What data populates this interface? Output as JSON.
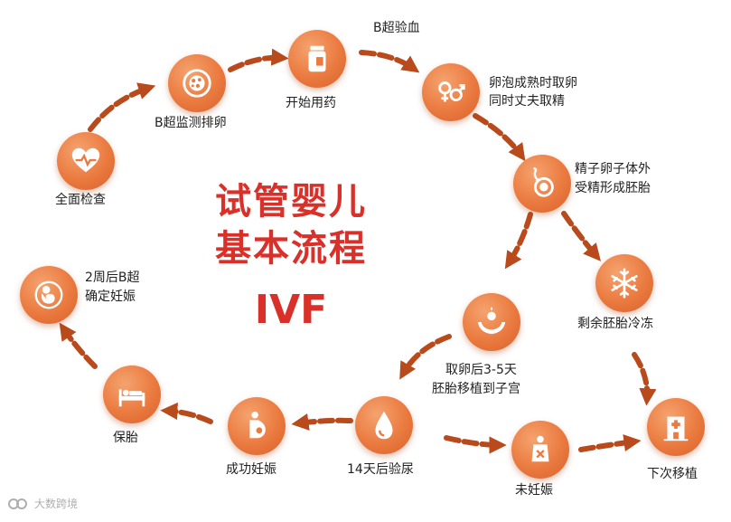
{
  "title": {
    "line1": "试管婴儿",
    "line2": "基本流程",
    "line3": "IVF"
  },
  "steps": {
    "full_check": {
      "label": "全面检查",
      "icon": "heart-pulse-icon"
    },
    "b_ultrasound_ovulation": {
      "label": "B超监测排卵",
      "icon": "ultrasound-icon"
    },
    "start_medication": {
      "label": "开始用药",
      "icon": "medicine-bottle-icon"
    },
    "b_ultrasound_blood": {
      "label": "B超验血"
    },
    "egg_retrieval": {
      "label_line1": "卵泡成熟时取卵",
      "label_line2": "同时丈夫取精",
      "icon": "gender-symbols-icon"
    },
    "fertilization": {
      "label_line1": "精子卵子体外",
      "label_line2": "受精形成胚胎",
      "icon": "sperm-egg-icon"
    },
    "freeze_embryo": {
      "label": "剩余胚胎冷冻",
      "icon": "snowflake-icon"
    },
    "transfer": {
      "label_line1": "取卵后3-5天",
      "label_line2": "胚胎移植到子宫",
      "icon": "hands-transfer-icon"
    },
    "next_transfer": {
      "label": "下次移植",
      "icon": "hospital-icon"
    },
    "test_14days": {
      "label": "14天后验尿",
      "icon": "drop-icon"
    },
    "not_pregnant": {
      "label": "未妊娠",
      "icon": "not-pregnant-icon"
    },
    "pregnant": {
      "label": "成功妊娠",
      "icon": "pregnant-icon"
    },
    "protect": {
      "label": "保胎",
      "icon": "bed-rest-icon"
    },
    "confirm": {
      "label_line1": "2周后B超",
      "label_line2": "确定妊娠",
      "icon": "fetus-icon"
    }
  },
  "watermark": {
    "text": "大数跨境"
  },
  "colors": {
    "accent": "#ea7a3f",
    "arrow": "#b84a1c",
    "title": "#d9302a"
  }
}
